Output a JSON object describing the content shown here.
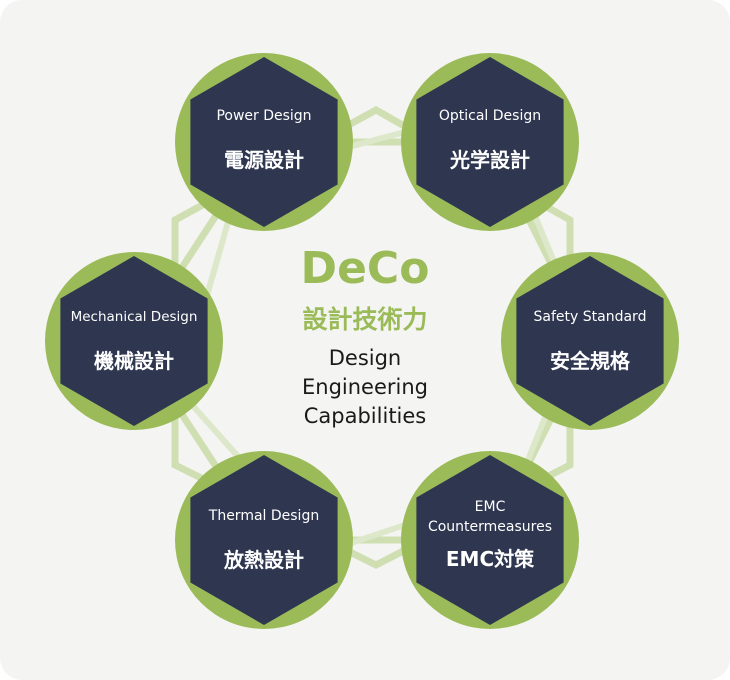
{
  "center": {
    "title": "DeCo",
    "subtitle_jp": "設計技術力",
    "subtitle_en": [
      "Design",
      "Engineering",
      "Capabilities"
    ]
  },
  "nodes": [
    {
      "id": "power",
      "en": "Power Design",
      "jp": "電源設計"
    },
    {
      "id": "optical",
      "en": "Optical Design",
      "jp": "光学設計"
    },
    {
      "id": "safety",
      "en": "Safety Standard",
      "jp": "安全規格"
    },
    {
      "id": "emc",
      "en": "EMC Countermeasures",
      "en_lines": [
        "EMC",
        "Countermeasures"
      ],
      "jp": "EMC対策"
    },
    {
      "id": "thermal",
      "en": "Thermal Design",
      "jp": "放熱設計"
    },
    {
      "id": "mechanical",
      "en": "Mechanical Design",
      "jp": "機械設計"
    }
  ],
  "colors": {
    "green": "#9bbb59",
    "navy": "#2f3650",
    "line": "#cfdfb2",
    "background": "#f4f4f2"
  }
}
